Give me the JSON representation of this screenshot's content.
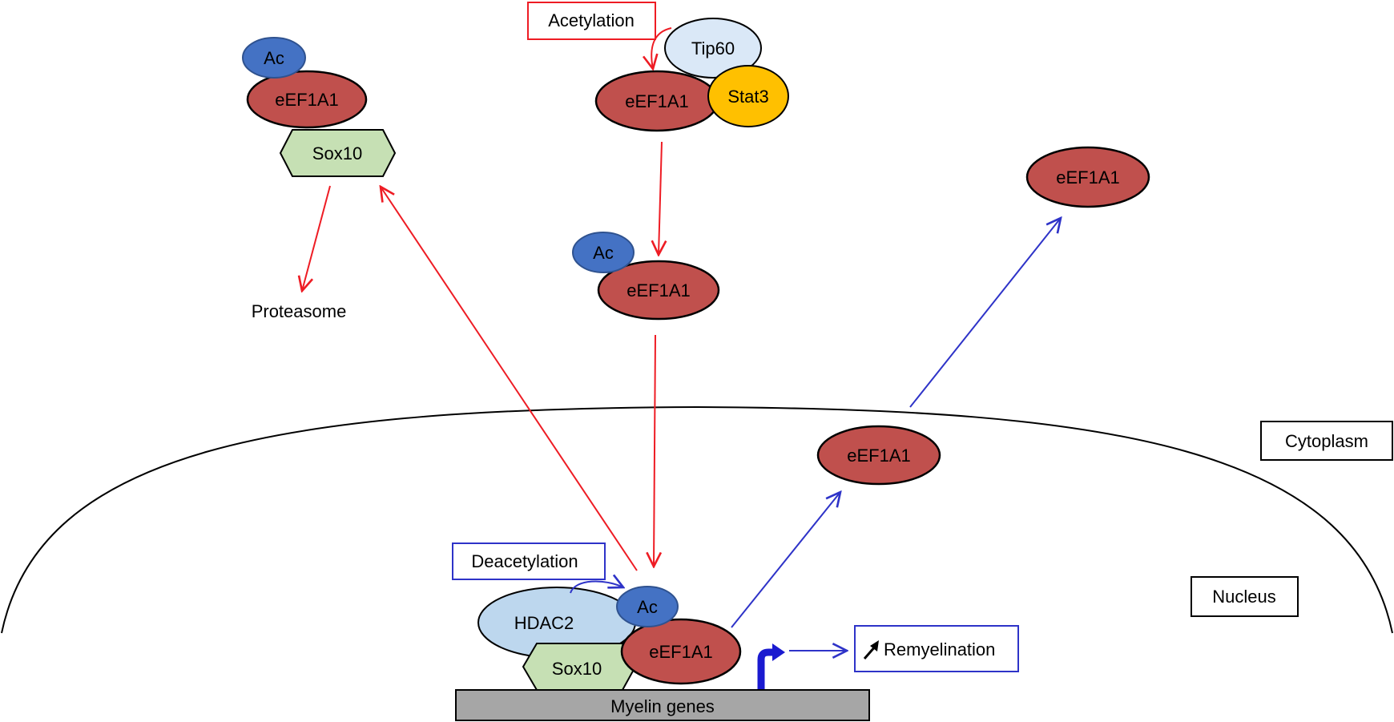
{
  "labels": {
    "acetylation": "Acetylation",
    "deacetylation": "Deacetylation",
    "cytoplasm": "Cytoplasm",
    "nucleus": "Nucleus",
    "remyelination": "Remyelination",
    "proteasome": "Proteasome",
    "myelin_genes": "Myelin genes"
  },
  "molecules": {
    "eef1a1": "eEF1A1",
    "ac": "Ac",
    "sox10": "Sox10",
    "tip60": "Tip60",
    "stat3": "Stat3",
    "hdac2": "HDAC2"
  },
  "icons": {
    "remyelination_arrow": "up-right-arrow-icon",
    "transcription_arrow": "bent-up-right-arrow-icon"
  },
  "colors": {
    "eef1a1": "#c0504d",
    "ac": "#4472c4",
    "sox10": "#c6e0b4",
    "tip60": "#dae8f7",
    "stat3": "#ffc000",
    "hdac2": "#bdd7ee",
    "myelin_genes": "#a6a6a6",
    "acetylation_path": "#ee1c24",
    "deacetylation_path": "#2e33c8",
    "transcription": "#1a1ad0"
  }
}
